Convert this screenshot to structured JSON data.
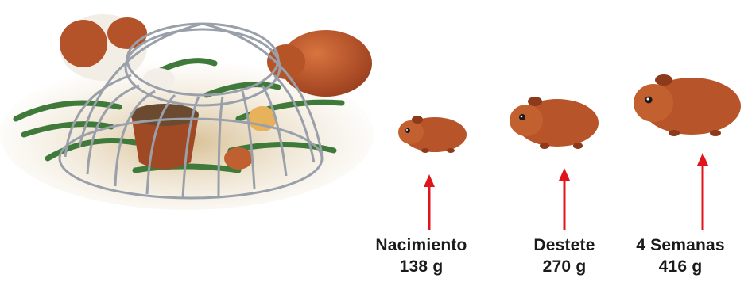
{
  "stages": [
    {
      "name": "Nacimiento",
      "weight": "138 g"
    },
    {
      "name": "Destete",
      "weight": "270 g"
    },
    {
      "name": "4 Semanas",
      "weight": "416 g"
    }
  ],
  "colors": {
    "arrow": "#e0141b",
    "guinea_pig": "#b8542a",
    "guinea_pig_dark": "#8c3a1b",
    "cage_wire": "#9aa0aa",
    "grass": "#3f7a3a",
    "ground": "#c9ad82",
    "label_text": "#1a1a1a"
  },
  "icons": {
    "cage": "cage-with-guinea-pigs-illustration",
    "guinea_pig": "guinea-pig-icon",
    "arrow": "arrow-up-icon"
  }
}
